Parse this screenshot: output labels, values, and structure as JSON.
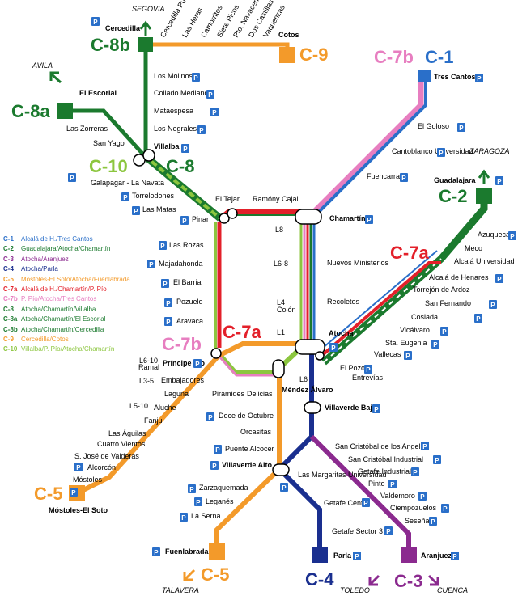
{
  "lines": [
    {
      "code": "C-1",
      "route": "Alcalá de H./Tres Cantos",
      "color": "#2a6fc9"
    },
    {
      "code": "C-2",
      "route": "Guadalajara/Atocha/Chamartín",
      "color": "#1b7a2e"
    },
    {
      "code": "C-3",
      "route": "Atocha/Aranjuez",
      "color": "#8b2a8f"
    },
    {
      "code": "C-4",
      "route": "Atocha/Parla",
      "color": "#1a2f8f"
    },
    {
      "code": "C-5",
      "route": "Móstoles-El Soto/Atocha/Fuenlabrada",
      "color": "#f39a2a"
    },
    {
      "code": "C-7a",
      "route": "Alcalá de H./Chamartín/P. Pío",
      "color": "#e3202a"
    },
    {
      "code": "C-7b",
      "route": "P. Pío/Atocha/Tres Cantos",
      "color": "#e77ec0"
    },
    {
      "code": "C-8",
      "route": "Atocha/Chamartín/Villalba",
      "color": "#1b7a2e"
    },
    {
      "code": "C-8a",
      "route": "Atocha/Chamartín/El Escorial",
      "color": "#1b7a2e"
    },
    {
      "code": "C-8b",
      "route": "Atocha/Chamartín/Cercedilla",
      "color": "#1b7a2e"
    },
    {
      "code": "C-9",
      "route": "Cercedilla/Cotos",
      "color": "#f39a2a"
    },
    {
      "code": "C-10",
      "route": "Villalba/P. Pío/Atocha/Chamartín",
      "color": "#8cc63f"
    }
  ],
  "badges": {
    "c8b": "C-8b",
    "c9": "C-9",
    "c7b_top": "C-7b",
    "c1": "C-1",
    "c8a": "C-8a",
    "c10": "C-10",
    "c8": "C-8",
    "c2": "C-2",
    "c7a_right": "C-7a",
    "c7b_mid": "C-7b",
    "c7a_mid": "C-7a",
    "c5_left": "C-5",
    "c5_bottom": "C-5",
    "c4": "C-4",
    "c3": "C-3"
  },
  "destinations": {
    "segovia": "SEGOVIA",
    "avila": "AVILA",
    "zaragoza": "ZARAGOZA",
    "talavera": "TALAVERA",
    "toledo": "TOLEDO",
    "cuenca": "CUENCA"
  },
  "parking_symbol": "P",
  "metro_labels": {
    "l8": "L8",
    "l68": "L6-8",
    "l4": "L4",
    "l1": "L1",
    "l6": "L6",
    "l610": "L6-10",
    "l35": "L3-5",
    "l510": "L5-10"
  },
  "stations": {
    "cercedilla": "Cercedilla",
    "cercedilla_pueblo": "Cercedilla Pueblo",
    "las_heras": "Las Heras",
    "camorritos": "Camorritos",
    "siete_picos": "Siete Picos",
    "pto_navacerrada": "Pto. Navacerrada",
    "dos_castillas": "Dos Castillas",
    "vaquerizas": "Vaquerizas",
    "cotos": "Cotos",
    "los_molinos": "Los Molinos",
    "collado_mediano": "Collado Mediano",
    "mataespesa": "Mataespesa",
    "los_negrales": "Los Negrales",
    "villalba": "Villalba",
    "el_escorial": "El Escorial",
    "las_zorreras": "Las Zorreras",
    "san_yago": "San Yago",
    "galapagar": "Galapagar - La Navata",
    "torrelodones": "Torrelodones",
    "las_matas": "Las Matas",
    "pinar": "Pinar",
    "el_tejar": "El Tejar",
    "ramony_cajal": "Ramóny Cajal",
    "chamartin": "Chamartín",
    "tres_cantos": "Tres Cantos",
    "el_goloso": "El Goloso",
    "cantoblanco": "Cantoblanco Universidad",
    "fuencarral": "Fuencarral",
    "guadalajara": "Guadalajara",
    "azuqueca": "Azuqueca",
    "meco": "Meco",
    "alcala_univ": "Alcalá Universidad",
    "alcala_henares": "Alcalá de Henares",
    "torrejon": "Torrejón de Ardoz",
    "san_fernando": "San Fernando",
    "coslada": "Coslada",
    "vicalvaro": "Vicálvaro",
    "sta_eugenia": "Sta. Eugenia",
    "vallecas": "Vallecas",
    "el_pozo": "El Pozo",
    "entrevias": "Entrevías",
    "las_rozas": "Las Rozas",
    "majadahonda": "Majadahonda",
    "el_barrial": "El Barrial",
    "pozuelo": "Pozuelo",
    "aravaca": "Aravaca",
    "nuevos_ministerios": "Nuevos Ministerios",
    "recoletos": "Recoletos",
    "colon": "Colón",
    "atocha": "Atocha",
    "principe_pio": "Príncipe Pío",
    "ramal": "Ramal",
    "embajadores": "Embajadores",
    "laguna": "Laguna",
    "aluche": "Aluche",
    "fanjul": "Fanjul",
    "las_aguilas": "Las Águilas",
    "cuatro_vientos": "Cuatro Vientos",
    "san_jose": "S. José de Valderas",
    "alcorcon": "Alcorcón",
    "mostoles": "Móstoles",
    "mostoles_soto": "Móstoles-El Soto",
    "piramides": "Pirámides",
    "delicias": "Delicias",
    "mendez_alvaro": "Méndez Álvaro",
    "doce_octubre": "Doce de Octubre",
    "orcasitas": "Orcasitas",
    "puente_alcocer": "Puente Alcocer",
    "villaverde_alto": "Villaverde Alto",
    "villaverde_bajo": "Villaverde Bajo",
    "zarzaquemada": "Zarzaquemada",
    "leganes": "Leganés",
    "la_serna": "La Serna",
    "fuenlabrada": "Fuenlabrada",
    "las_margaritas": "Las Margaritas Universidad",
    "getafe_centro": "Getafe Centro",
    "getafe_sector3": "Getafe Sector 3",
    "parla": "Parla",
    "san_cristobal": "San Cristóbal de los Angeles",
    "san_cristobal_ind": "San Cristóbal Industrial",
    "getafe_industrial": "Getafe Industrial",
    "pinto": "Pinto",
    "valdemoro": "Valdemoro",
    "ciempozuelos": "Ciempozuelos",
    "sesena": "Seseña",
    "aranjuez": "Aranjuez"
  }
}
